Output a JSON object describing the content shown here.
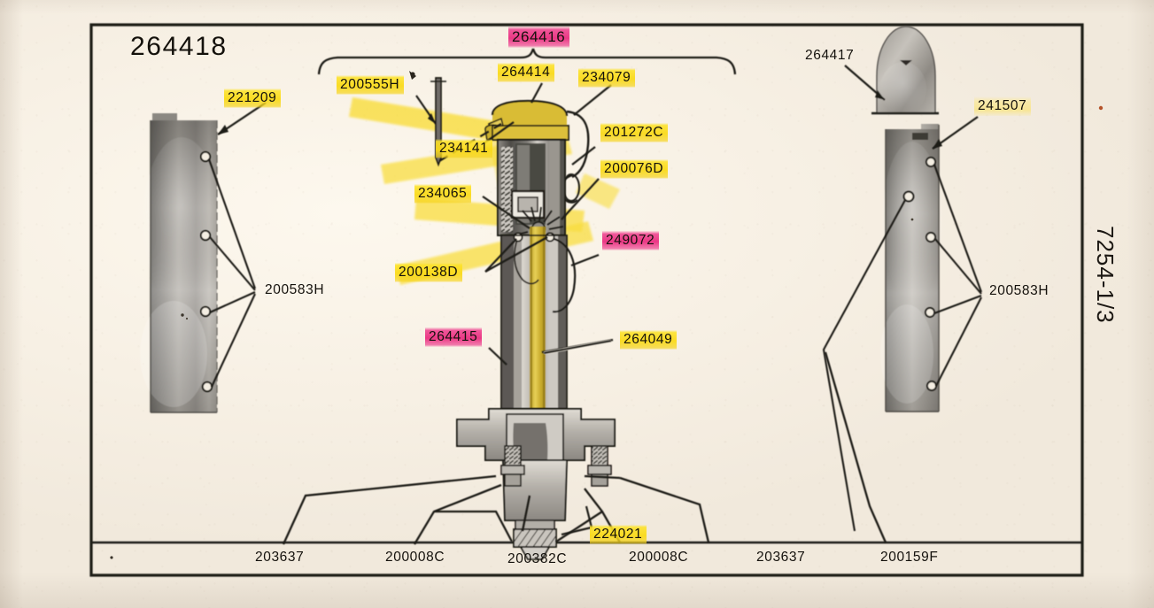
{
  "document": {
    "sheet_number": "7254-1/3",
    "title_part": "264418",
    "background_note": "scanned photocopy of a mechanical parts exploded diagram with yellow and pink highlighter marks"
  },
  "assembly_brace": {
    "label": "264416",
    "highlight": "pink"
  },
  "labels": {
    "title": {
      "text": "264418",
      "highlight": "none"
    },
    "left_plate_top": {
      "text": "221209",
      "highlight": "yellow"
    },
    "left_plate_holes": {
      "text": "200583H",
      "highlight": "none"
    },
    "center": [
      {
        "text": "200555H",
        "highlight": "yellow"
      },
      {
        "text": "264414",
        "highlight": "yellow"
      },
      {
        "text": "234079",
        "highlight": "yellow"
      },
      {
        "text": "234141",
        "highlight": "yellow"
      },
      {
        "text": "201272C",
        "highlight": "yellow"
      },
      {
        "text": "200076D",
        "highlight": "yellow"
      },
      {
        "text": "234065",
        "highlight": "yellow"
      },
      {
        "text": "249072",
        "highlight": "pink"
      },
      {
        "text": "200138D",
        "highlight": "yellow"
      },
      {
        "text": "264415",
        "highlight": "pink"
      },
      {
        "text": "264049",
        "highlight": "yellow"
      },
      {
        "text": "224021",
        "highlight": "yellow"
      }
    ],
    "right_cap": {
      "text": "264417",
      "highlight": "none"
    },
    "right_plate_top": {
      "text": "241507",
      "highlight": "yellow-soft"
    },
    "right_plate_holes": {
      "text": "200583H",
      "highlight": "none"
    }
  },
  "bottom_row": [
    {
      "text": "203637",
      "highlight": "none"
    },
    {
      "text": "200008C",
      "highlight": "none"
    },
    {
      "text": "200382C",
      "highlight": "none"
    },
    {
      "text": "200008C",
      "highlight": "none"
    },
    {
      "text": "203637",
      "highlight": "none"
    },
    {
      "text": "200159F",
      "highlight": "none"
    }
  ],
  "colors": {
    "paper": "#f6efe3",
    "ink": "#1b1712",
    "highlight_yellow": "#fadc1a",
    "highlight_pink": "#ea287d",
    "metal_dark": "#6b6b6b",
    "metal_light": "#cfcbc4",
    "rod_yellow": "#d8b93a"
  }
}
